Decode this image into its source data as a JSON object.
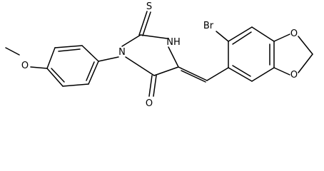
{
  "structure": {
    "atoms": {
      "thione_s": "S",
      "ring_nh": "NH",
      "ring_n": "N",
      "methoxy_o": "O",
      "carbonyl_o": "O",
      "bromo": "Br",
      "dioxole_o_upper": "O",
      "dioxole_o_lower": "O"
    },
    "colors": {
      "bond": "#000000",
      "label": "#000000",
      "background": "#ffffff"
    }
  }
}
